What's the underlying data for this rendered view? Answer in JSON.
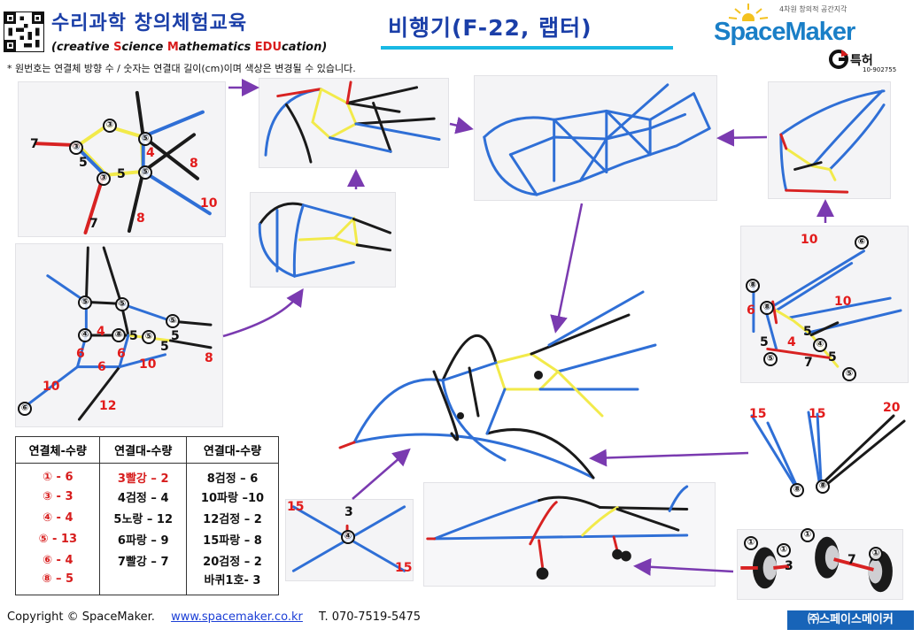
{
  "header": {
    "title_ko": "수리과학 창의체험교육",
    "subtitle_parts": [
      {
        "t": "(",
        "s": false
      },
      {
        "t": "creative ",
        "s": false
      },
      {
        "t": "S",
        "s": true
      },
      {
        "t": "cience ",
        "s": false
      },
      {
        "t": "M",
        "s": true
      },
      {
        "t": "athematics ",
        "s": false
      },
      {
        "t": "EDU",
        "s": true
      },
      {
        "t": "cation)",
        "s": false
      }
    ],
    "product_title": "비행기(F-22, 랩터)",
    "note": "* 원번호는 연결체 방향 수 / 숫자는 연결대 길이(cm)이며 색상은 변경될 수 있습니다."
  },
  "brand": {
    "tagline": "4차원 창의적 공간지각",
    "name": "SpaceMaker",
    "patent": "특허",
    "patent_no": "10-902755"
  },
  "colors": {
    "accent_blue": "#1b3fa8",
    "brand_blue": "#1a7fc7",
    "underline": "#19b9e4",
    "label_red": "#e21b1b",
    "rod_blue": "#2f6fd6",
    "rod_yellow": "#f2ea4a",
    "rod_red": "#d82222",
    "rod_black": "#1a1a1a",
    "arrow_purple": "#7a3ab0"
  },
  "steps": {
    "s1": {
      "labels": [
        "7",
        "5",
        "5",
        "4",
        "8",
        "10",
        "7",
        "8"
      ],
      "circles": [
        "③",
        "③",
        "③",
        "⑤",
        "⑤"
      ]
    },
    "s2": {
      "labels": [
        "4",
        "5",
        "5",
        "5",
        "6",
        "6",
        "6",
        "10",
        "8",
        "10",
        "12"
      ],
      "circles": [
        "⑤",
        "⑤",
        "⑤",
        "④",
        "⑧",
        "⑤",
        "⑥"
      ]
    },
    "s7": {
      "labels": [
        "10",
        "10",
        "6",
        "5",
        "4",
        "5",
        "5",
        "7"
      ],
      "circles": [
        "⑥",
        "⑧",
        "⑧",
        "④",
        "⑤",
        "⑤"
      ]
    },
    "s8": {
      "labels": [
        "15",
        "15",
        "20"
      ],
      "circles": [
        "⑧",
        "⑧"
      ]
    },
    "s9": {
      "labels": [
        "15",
        "3",
        "15"
      ],
      "circles": [
        "④"
      ]
    },
    "s10": {
      "labels": [
        "3",
        "7"
      ],
      "circles": [
        "①",
        "①",
        "①",
        "①"
      ]
    }
  },
  "table": {
    "headers": [
      "연결체-수량",
      "연결대-수량",
      "연결대-수량"
    ],
    "rows": [
      [
        "① - 6",
        "3빨강 – 2",
        "8검정 – 6"
      ],
      [
        "③ - 3",
        "4검정 – 4",
        "10파랑 –10"
      ],
      [
        "④ - 4",
        "5노랑 – 12",
        "12검정 – 2"
      ],
      [
        "⑤ - 13",
        "6파랑 – 9",
        "15파랑 – 8"
      ],
      [
        "⑥ - 4",
        "7빨강 – 7",
        "20검정 – 2"
      ],
      [
        "⑧ – 5",
        "",
        "바퀴1호- 3"
      ]
    ]
  },
  "footer": {
    "copyright": "Copyright © SpaceMaker.",
    "website": "www.spacemaker.co.kr",
    "phone": "T. 070-7519-5475",
    "company": "㈜스페이스메이커"
  }
}
